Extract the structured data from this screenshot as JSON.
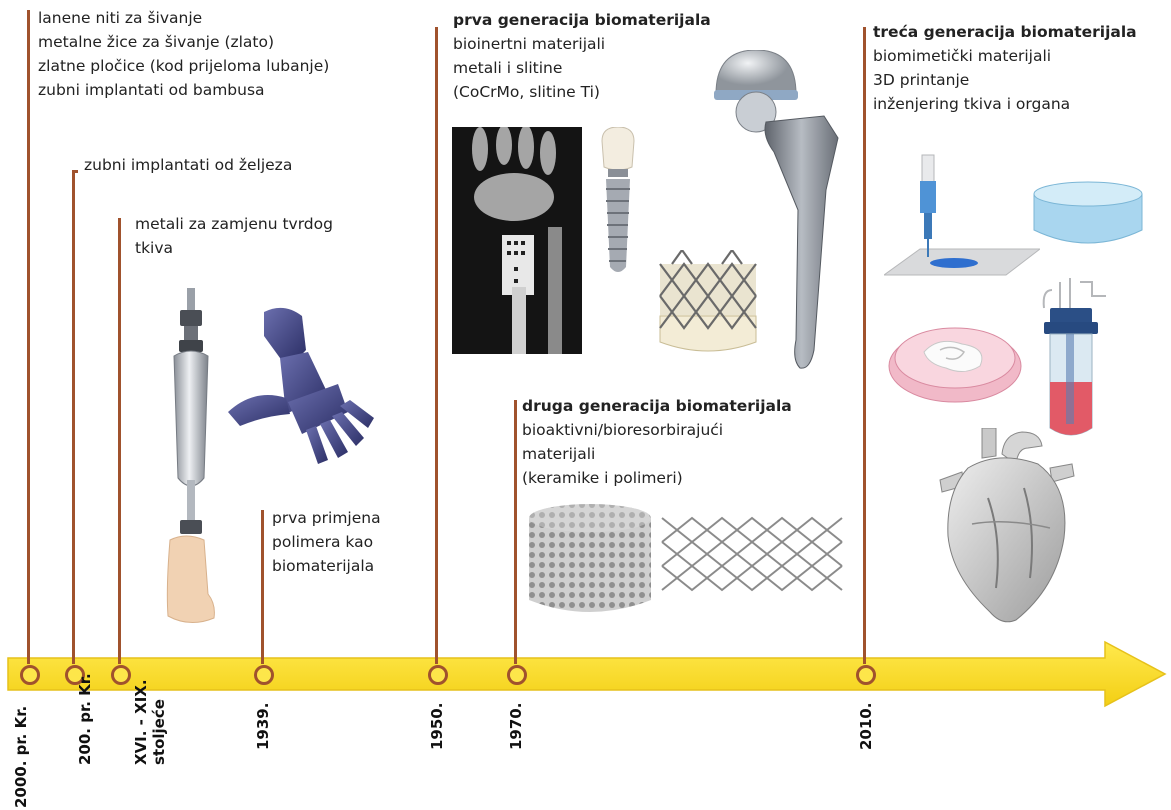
{
  "colors": {
    "arrow_fill": "#fce232",
    "arrow_edge": "#e8c41a",
    "stem": "#a0522d",
    "text": "#222222"
  },
  "annotations": {
    "e1": [
      "lanene niti za šivanje",
      "metalne žice za šivanje (zlato)",
      "zlatne pločice (kod prijeloma lubanje)",
      "zubni implantati od bambusa"
    ],
    "e2": [
      "zubni implantati od željeza"
    ],
    "e3": [
      "metali za zamjenu tvrdog",
      "tkiva"
    ],
    "e4": [
      "prva primjena",
      "polimera kao",
      "biomaterijala"
    ],
    "e5": {
      "heading": "prva generacija biomaterijala",
      "lines": [
        "bioinertni materijali",
        "metali i slitine",
        "(CoCrMo, slitine Ti)"
      ]
    },
    "e6": {
      "heading": "druga generacija biomaterijala",
      "lines": [
        "bioaktivni/bioresorbirajući",
        "materijali",
        "(keramike i polimeri)"
      ]
    },
    "e7": {
      "heading": "treća generacija biomaterijala",
      "lines": [
        "biomimetički materijali",
        "3D printanje",
        "inženjering tkiva i organa"
      ]
    }
  },
  "dates": {
    "d1": "2000. pr. Kr.",
    "d2": "200. pr. Kr.",
    "d3a": "XVI. - XIX.",
    "d3b": "stoljeće",
    "d4": "1939.",
    "d5": "1950.",
    "d6": "1970.",
    "d7": "2010."
  },
  "illustrations": [
    "leg-prosthesis-icon",
    "robotic-hand-icon",
    "wrist-xray-icon",
    "dental-implant-icon",
    "heart-valve-stent-icon",
    "hip-implant-icon",
    "porous-scaffold-icon",
    "mesh-stent-icon",
    "bioprinter-icon",
    "hydrogel-dish-icon",
    "petri-dish-tissue-icon",
    "bioreactor-icon",
    "anatomical-heart-icon"
  ]
}
